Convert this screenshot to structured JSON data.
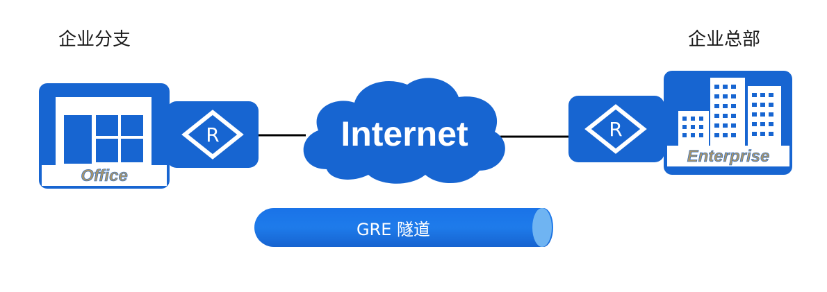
{
  "labels": {
    "branch": "企业分支",
    "headquarters": "企业总部"
  },
  "branch_box": {
    "text": "Office"
  },
  "hq_box": {
    "text": "Enterprise"
  },
  "router_glyph": "R",
  "cloud": {
    "text": "Internet"
  },
  "tunnel": {
    "text": "GRE 隧道"
  },
  "colors": {
    "accent_blue": "#1765D1",
    "tunnel_blue": "#1A73E8",
    "tunnel_cap": "#6FB4F2",
    "label_gold": "#A8946A",
    "link_black": "#000000"
  },
  "icons": [
    "office-building-icon",
    "router-icon",
    "internet-cloud-icon",
    "enterprise-buildings-icon",
    "gre-tunnel-pipe"
  ]
}
